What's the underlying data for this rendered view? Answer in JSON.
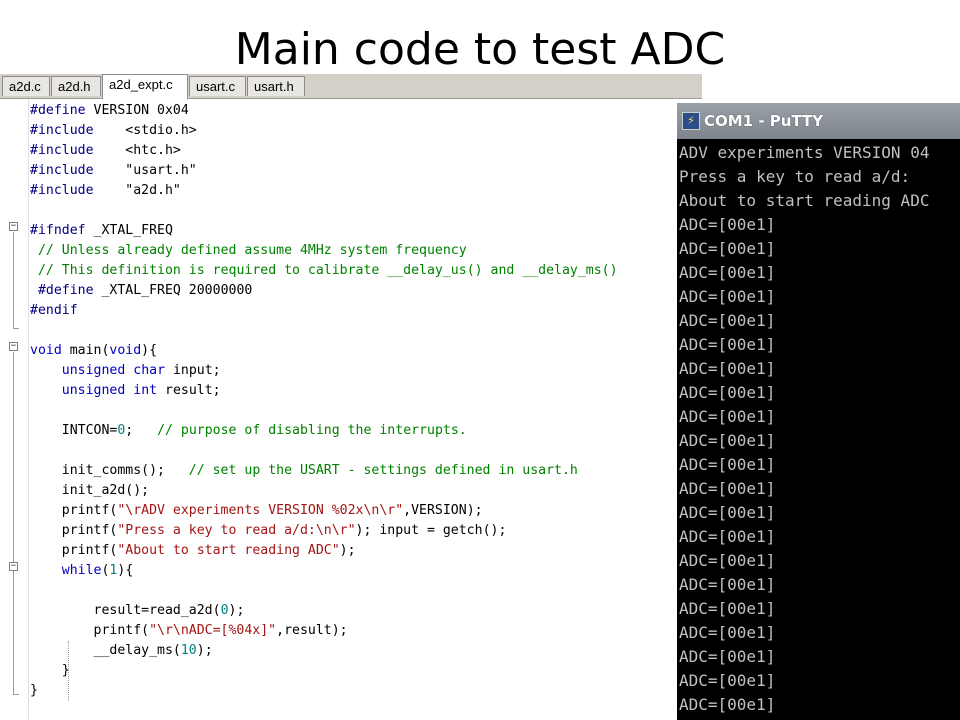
{
  "slide": {
    "title": "Main code to test ADC"
  },
  "editor": {
    "tabs": [
      {
        "label": "a2d.c",
        "active": false
      },
      {
        "label": "a2d.h",
        "active": false
      },
      {
        "label": "a2d_expt.c",
        "active": true
      },
      {
        "label": "usart.c",
        "active": false
      },
      {
        "label": "usart.h",
        "active": false
      }
    ],
    "code_lines": [
      "#define VERSION 0x04",
      "#include    <stdio.h>",
      "#include    <htc.h>",
      "#include    \"usart.h\"",
      "#include    \"a2d.h\"",
      "",
      "#ifndef _XTAL_FREQ",
      " // Unless already defined assume 4MHz system frequency",
      " // This definition is required to calibrate __delay_us() and __delay_ms()",
      " #define _XTAL_FREQ 20000000",
      "#endif",
      "",
      "void main(void){",
      "    unsigned char input;",
      "    unsigned int result;",
      "",
      "    INTCON=0;   // purpose of disabling the interrupts.",
      "",
      "    init_comms();   // set up the USART - settings defined in usart.h",
      "    init_a2d();",
      "    printf(\"\\rADV experiments VERSION %02x\\n\\r\",VERSION);",
      "    printf(\"Press a key to read a/d:\\n\\r\"); input = getch();",
      "    printf(\"About to start reading ADC\");",
      "    while(1){",
      "",
      "        result=read_a2d(0);",
      "        printf(\"\\r\\nADC=[%04x]\",result);",
      "        __delay_ms(10);",
      "    }",
      "}"
    ]
  },
  "terminal": {
    "title": "COM1 - PuTTY",
    "icon": "putty-icon",
    "lines": [
      "ADV experiments VERSION 04",
      "Press a key to read a/d:",
      "About to start reading ADC",
      "ADC=[00e1]",
      "ADC=[00e1]",
      "ADC=[00e1]",
      "ADC=[00e1]",
      "ADC=[00e1]",
      "ADC=[00e1]",
      "ADC=[00e1]",
      "ADC=[00e1]",
      "ADC=[00e1]",
      "ADC=[00e1]",
      "ADC=[00e1]",
      "ADC=[00e1]",
      "ADC=[00e1]",
      "ADC=[00e1]",
      "ADC=[00e1]",
      "ADC=[00e1]",
      "ADC=[00e1]",
      "ADC=[00e1]",
      "ADC=[00e1]",
      "ADC=[00e1]",
      "ADC=[00e1]"
    ]
  }
}
